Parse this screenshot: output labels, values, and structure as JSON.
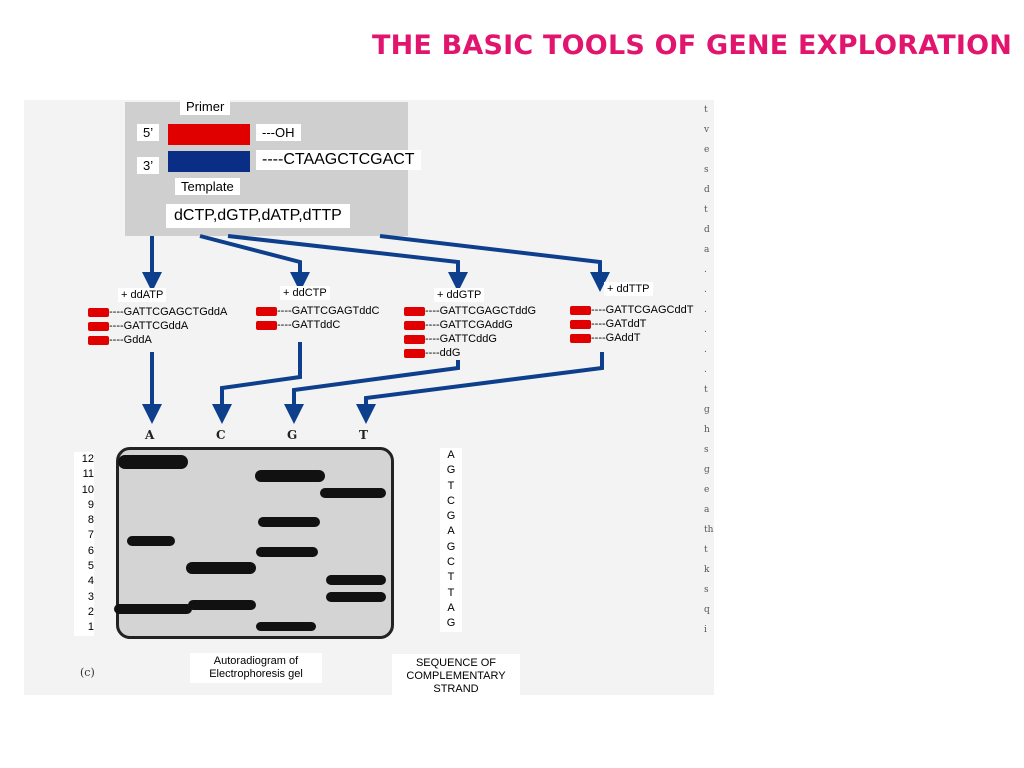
{
  "title": "THE BASIC TOOLS OF GENE EXPLORATION",
  "primer_label": "Primer",
  "five_prime": "5’",
  "three_prime": "3’",
  "oh_label": "---OH",
  "template_seq": "----CTAAGCTCGACT",
  "template_label": "Template",
  "dntps": "dCTP,dGTP,dATP,dTTP",
  "reactions": [
    {
      "label": "+ ddATP",
      "fragments": [
        "----GATTCGAGCTGddA",
        "----GATTCGddA",
        "----GddA"
      ]
    },
    {
      "label": "+ ddCTP",
      "fragments": [
        "----GATTCGAGTddC",
        "----GATTddC"
      ]
    },
    {
      "label": "+ ddGTP",
      "fragments": [
        "----GATTCGAGCTddG",
        "----GATTCGAddG",
        "----GATTCddG",
        "----ddG"
      ]
    },
    {
      "label": "+ ddTTP",
      "fragments": [
        "----GATTCGAGCddT",
        "----GATddT",
        "----GAddT"
      ]
    }
  ],
  "lanes": [
    "A",
    "C",
    "G",
    "T"
  ],
  "band_numbers": [
    "12",
    "11",
    "10",
    "9",
    "8",
    "7",
    "6",
    "5",
    "4",
    "3",
    "2",
    "1"
  ],
  "complementary_sequence": [
    "A",
    "G",
    "T",
    "C",
    "G",
    "A",
    "G",
    "C",
    "T",
    "T",
    "A",
    "G"
  ],
  "panel_label": "(c)",
  "gel_caption_line1": "Autoradiogram of",
  "gel_caption_line2": "Electrophoresis gel",
  "seq_caption_line1": "SEQUENCE OF",
  "seq_caption_line2": "COMPLEMENTARY",
  "seq_caption_line3": "STRAND",
  "colors": {
    "title": "#e2156e",
    "primer": "#e00000",
    "template": "#0a2d86",
    "arrow": "#0e3f8c"
  }
}
